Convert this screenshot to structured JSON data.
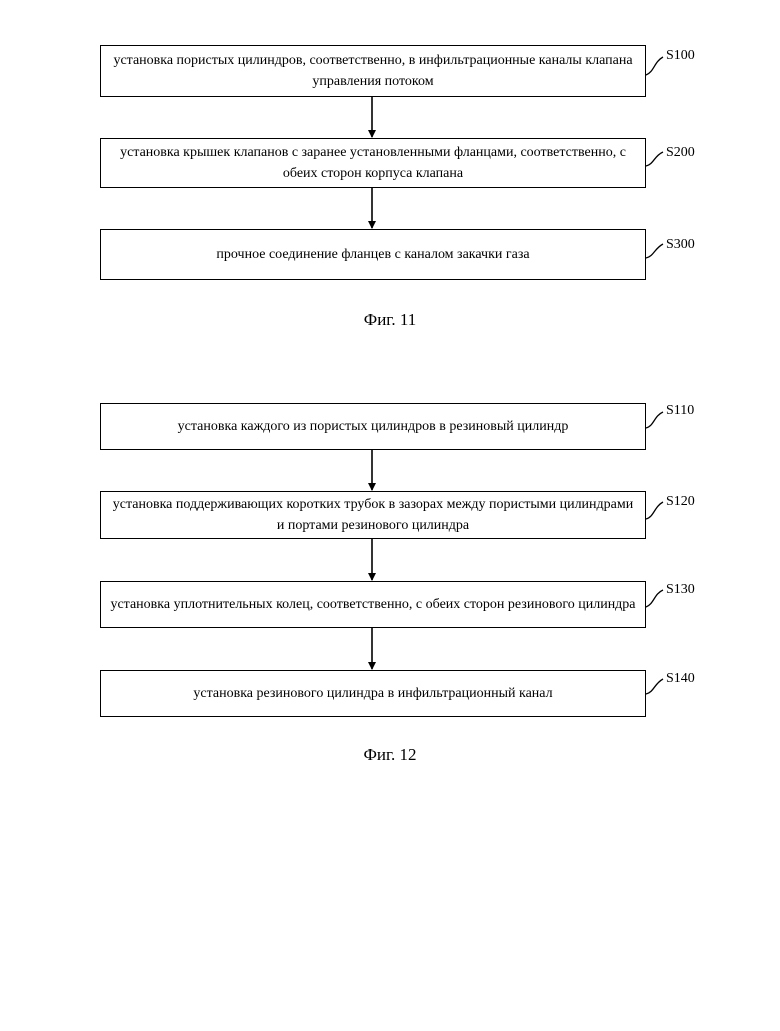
{
  "figure_11": {
    "caption": "Фиг. 11",
    "steps": [
      {
        "label": "S100",
        "text": "установка пористых цилиндров, соответственно, в инфильтрационные каналы клапана управления потоком"
      },
      {
        "label": "S200",
        "text": "установка крышек клапанов с заранее установленными фланцами, соответственно, с обеих сторон корпуса клапана"
      },
      {
        "label": "S300",
        "text": "прочное соединение фланцев с каналом закачки газа"
      }
    ]
  },
  "figure_12": {
    "caption": "Фиг. 12",
    "steps": [
      {
        "label": "S110",
        "text": "установка каждого из пористых цилиндров в резиновый цилиндр"
      },
      {
        "label": "S120",
        "text": "установка поддерживающих коротких трубок в зазорах между пористыми цилиндрами и портами резинового цилиндра"
      },
      {
        "label": "S130",
        "text": "установка уплотнительных колец, соответственно, с обеих сторон резинового цилиндра"
      },
      {
        "label": "S140",
        "text": "установка резинового цилиндра в инфильтрационный канал"
      }
    ]
  }
}
